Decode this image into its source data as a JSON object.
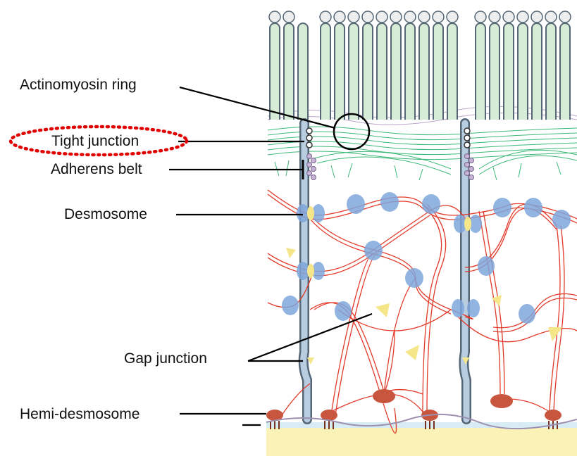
{
  "labels": {
    "actinomyosin_ring": "Actinomyosin ring",
    "tight_junction": "Tight junction",
    "adherens_belt": "Adherens belt",
    "desmosome": "Desmosome",
    "gap_junction": "Gap junction",
    "hemi_desmosome": "Hemi-desmosome"
  },
  "colors": {
    "highlight": "#e00000",
    "membrane": "#556677",
    "cytoplasm": "#b8cde0",
    "microvilli_fill": "#d6ecd6",
    "actin": "#3cb878",
    "keratin": "#e23a2a",
    "desmosome": "#7fa7dc",
    "gap_junction": "#f5e68a",
    "hemidesmosome": "#c8553d",
    "basal_lamina": "#fbf2b7",
    "leader": "#000000"
  },
  "icons": {
    "highlight": "dotted-ellipse",
    "ring": "circle-outline"
  }
}
